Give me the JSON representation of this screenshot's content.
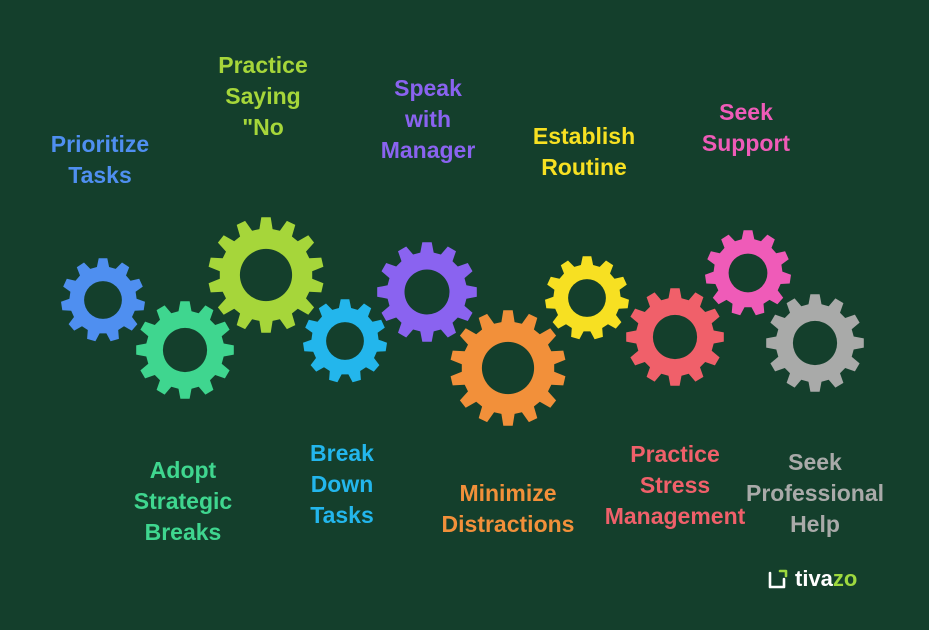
{
  "steps": [
    {
      "id": "prioritize-tasks",
      "lines": [
        "Prioritize",
        "Tasks"
      ],
      "color": "#4f8ff0"
    },
    {
      "id": "adopt-strategic-breaks",
      "lines": [
        "Adopt",
        "Strategic",
        "Breaks"
      ],
      "color": "#3fd68f"
    },
    {
      "id": "practice-saying-no",
      "lines": [
        "Practice",
        "Saying",
        "\"No"
      ],
      "color": "#a6d63a"
    },
    {
      "id": "break-down-tasks",
      "lines": [
        "Break",
        "Down",
        "Tasks"
      ],
      "color": "#23b6ec"
    },
    {
      "id": "speak-with-manager",
      "lines": [
        "Speak",
        "with",
        "Manager"
      ],
      "color": "#8a63f0"
    },
    {
      "id": "minimize-distractions",
      "lines": [
        "Minimize",
        "Distractions"
      ],
      "color": "#f2903a"
    },
    {
      "id": "establish-routine",
      "lines": [
        "Establish",
        "Routine"
      ],
      "color": "#f7e022"
    },
    {
      "id": "practice-stress-management",
      "lines": [
        "Practice",
        "Stress",
        "Management"
      ],
      "color": "#f0606a"
    },
    {
      "id": "seek-support",
      "lines": [
        "Seek",
        "Support"
      ],
      "color": "#ef5bb8"
    },
    {
      "id": "seek-professional-help",
      "lines": [
        "Seek",
        "Professional",
        "Help"
      ],
      "color": "#a9aaa9"
    }
  ],
  "brand": {
    "name_part1": "tiva",
    "name_part2": "zo",
    "accent": "#9ed93f"
  }
}
